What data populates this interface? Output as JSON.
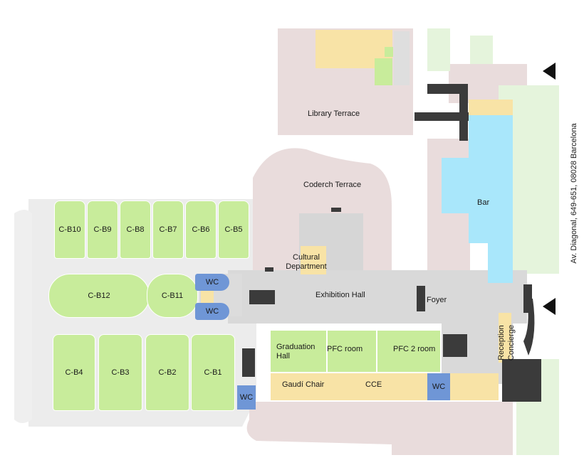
{
  "map": {
    "address": "Av. Diagonal, 649-651, 08028 Barcelona",
    "labels": {
      "library_terrace": "Library Terrace",
      "coderch_terrace": "Coderch Terrace",
      "bar": "Bar",
      "cultural_department": "Cultural Department",
      "exhibition_hall": "Exhibition Hall",
      "foyer": "Foyer",
      "reception": "Reception",
      "concierge": "Concierge",
      "graduation_hall": "Graduation Hall",
      "pfc_room": "PFC room",
      "pfc_2_room": "PFC 2 room",
      "gaudi_chair": "Gaudí Chair",
      "cce": "CCE",
      "wc": "WC"
    },
    "classrooms_top": [
      "C-B10",
      "C-B9",
      "C-B8",
      "C-B7",
      "C-B6",
      "C-B5"
    ],
    "classrooms_mid": [
      "C-B12",
      "C-B11"
    ],
    "classrooms_bottom": [
      "C-B4",
      "C-B3",
      "C-B2",
      "C-B1"
    ],
    "entrance_markers": 2,
    "colors": {
      "classroom": "#c8ec9b",
      "service": "#f8e3a6",
      "wc": "#6f96d6",
      "bar": "#a9e7fb",
      "terrace": "#e9dcdc",
      "corridor": "#d9d9d9",
      "stairs": "#3b3b3b",
      "outdoor": "#e5f4dc"
    }
  }
}
